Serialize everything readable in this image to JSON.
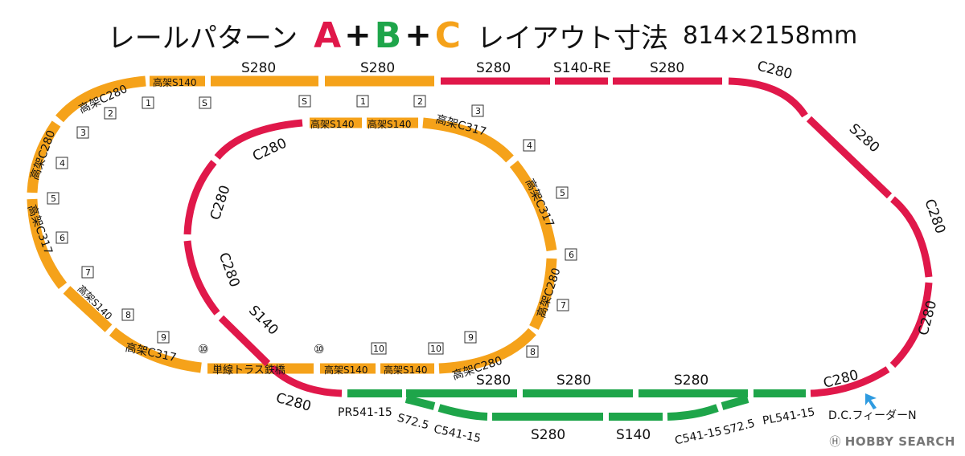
{
  "title": {
    "prefix": "レールパターン",
    "a": "A",
    "plus1": "+",
    "b": "B",
    "plus2": "+",
    "c": "C",
    "suffix": "レイアウト寸法",
    "dimensions": "814×2158mm"
  },
  "colors": {
    "orange": "#f5a21a",
    "red": "#e0184a",
    "green": "#1ea54a",
    "feeder": "#2f9be0"
  },
  "labels": {
    "top_s280_1": "S280",
    "top_s280_2": "S280",
    "top_s280_3": "S280",
    "top_s140re": "S140-RE",
    "top_s280_4": "S280",
    "r_c280_top": "C280",
    "r_s280": "S280",
    "r_c280_mid": "C280",
    "r_c280_low": "C280",
    "r_c280_bottom": "C280",
    "o_kouka_s140_top": "高架S140",
    "o_kouka_c280_tl": "高架C280",
    "o_kouka_c280_left": "高架C280",
    "o_kouka_c317_left": "高架C317",
    "o_kouka_s140_left": "高架S140",
    "o_kouka_c317_bl": "高架C317",
    "truss": "単線トラス鉄橋",
    "o_kouka_s140_b1": "高架S140",
    "o_kouka_s140_b2": "高架S140",
    "o_kouka_c280_br": "高架C280",
    "i_kouka_s140_1": "高架S140",
    "i_kouka_s140_2": "高架S140",
    "i_kouka_c317_tr": "高架C317",
    "i_kouka_c317_r": "高架C317",
    "i_kouka_c280_r": "高架C280",
    "i_c280_tl": "C280",
    "i_c280_l": "C280",
    "i_c280_bl": "C280",
    "i_s140": "S140",
    "i_c280_bottom": "C280",
    "g_s280_1": "S280",
    "g_s280_2": "S280",
    "g_s280_3": "S280",
    "g_pr541": "PR541-15",
    "g_s725_l": "S72.5",
    "g_c541_l": "C541-15",
    "g_s280_low": "S280",
    "g_s140_low": "S140",
    "g_c541_r": "C541-15",
    "g_s725_r": "S72.5",
    "g_pl541": "PL541-15",
    "feeder": "D.C.フィーダーN"
  },
  "pier_markers": {
    "m1": "1",
    "mS1": "S",
    "m2": "2",
    "m3": "3",
    "m4": "4",
    "m5": "5",
    "m6": "6",
    "m7": "7",
    "m8": "8",
    "m9": "9",
    "m10": "⑩",
    "m10b": "⑩",
    "mS2": "S",
    "m1b": "1",
    "m2b": "2",
    "m3b": "3",
    "m4b": "4",
    "m5b": "5",
    "m6b": "6",
    "m7b": "7",
    "m8b": "8",
    "m9b": "9",
    "m10c": "10",
    "m10d": "10"
  },
  "watermark": {
    "brand": "HOBBY SEARCH"
  }
}
